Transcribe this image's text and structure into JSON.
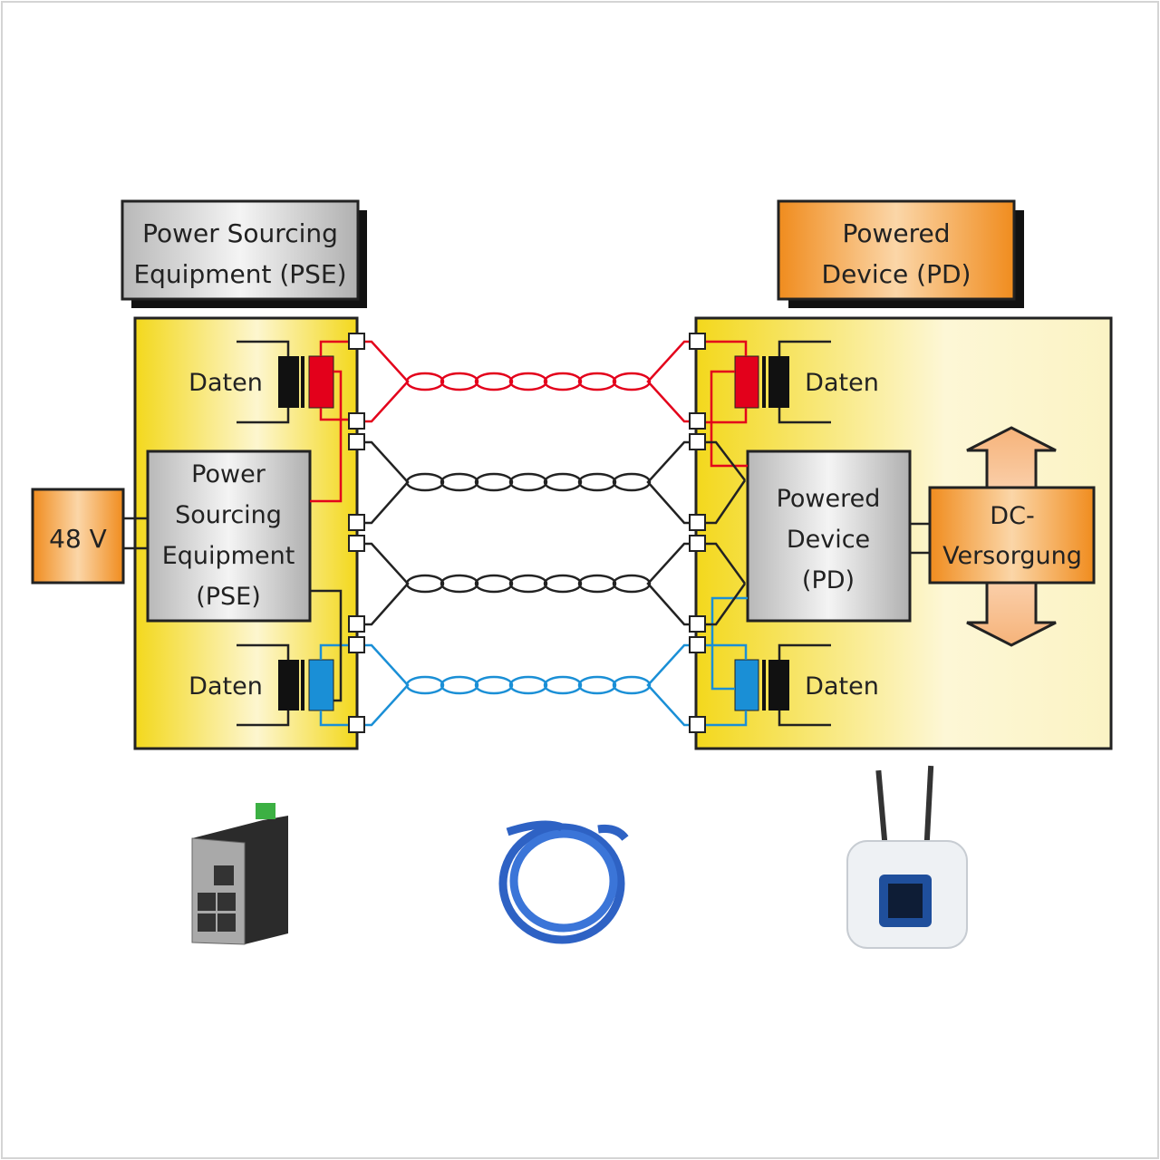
{
  "pse_title": {
    "line1": "Power Sourcing",
    "line2": "Equipment (PSE)"
  },
  "pd_title": {
    "line1": "Powered",
    "line2": "Device (PD)"
  },
  "pse_block": {
    "line1": "Power",
    "line2": "Sourcing",
    "line3": "Equipment",
    "line4": "(PSE)"
  },
  "pd_block": {
    "line1": "Powered",
    "line2": "Device",
    "line3": "(PD)"
  },
  "voltage_label": "48 V",
  "dc_supply": {
    "line1": "DC-",
    "line2": "Versorgung"
  },
  "data_label": "Daten",
  "colors": {
    "yellow": "#f3d81c",
    "orange": "#f08c1e",
    "red": "#e3001b",
    "blue": "#1a8fd6",
    "gray": "#c8c8c8"
  },
  "images": [
    "industrial-ethernet-switch",
    "blue-ethernet-cable",
    "wireless-access-point"
  ]
}
